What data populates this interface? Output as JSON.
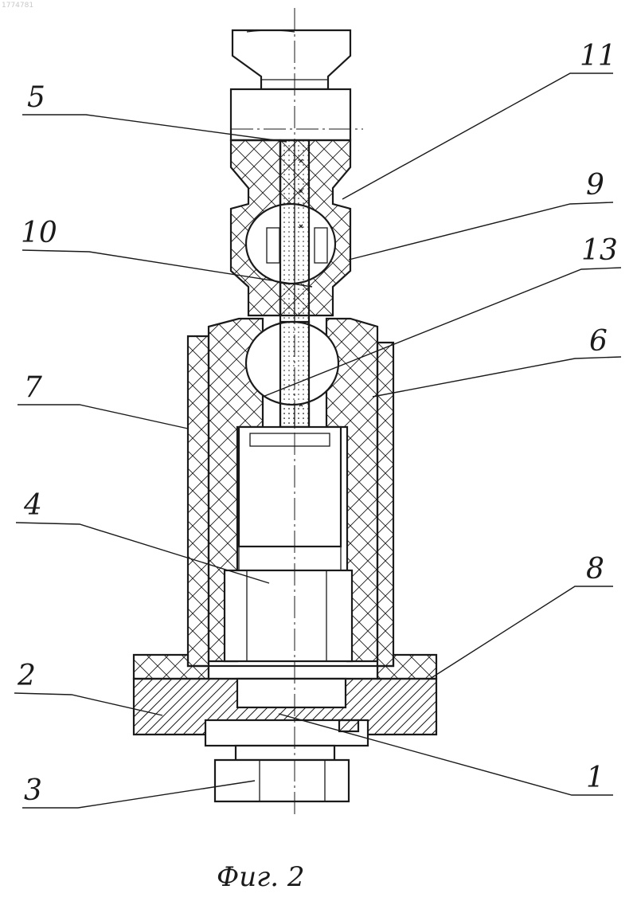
{
  "sheet": {
    "corner_mark": "1774781",
    "caption": "Фиг. 2"
  },
  "callouts": [
    {
      "id": "5",
      "label": "5"
    },
    {
      "id": "11",
      "label": "11"
    },
    {
      "id": "9",
      "label": "9"
    },
    {
      "id": "10",
      "label": "10"
    },
    {
      "id": "13",
      "label": "13"
    },
    {
      "id": "6",
      "label": "6"
    },
    {
      "id": "7",
      "label": "7"
    },
    {
      "id": "4",
      "label": "4"
    },
    {
      "id": "8",
      "label": "8"
    },
    {
      "id": "2",
      "label": "2"
    },
    {
      "id": "1",
      "label": "1"
    },
    {
      "id": "3",
      "label": "3"
    }
  ],
  "style": {
    "ink": "#1a1a1a",
    "paper": "#ffffff"
  }
}
